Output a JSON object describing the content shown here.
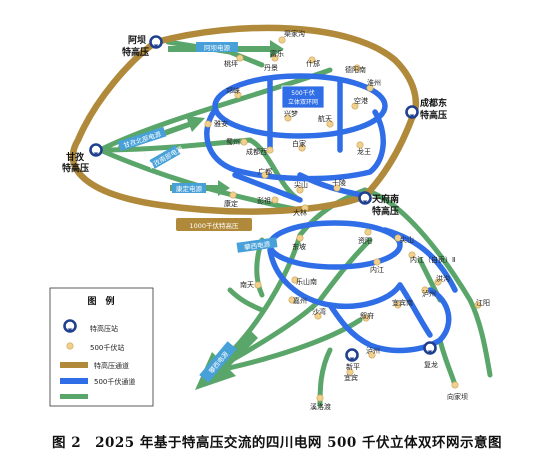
{
  "caption": "图 2　2025 年基于特高压交流的四川电网 500 千伏立体双环网示意图",
  "ring_label": "500千伏立体双环网",
  "uhv_ring_label": "1000千伏特高压",
  "colors": {
    "uhv_channel": "#b08a3a",
    "kv500_channel": "#2f6ee6",
    "kv500_line": "#5aa66a",
    "station_fill": "#f1cf8c",
    "uhv_marker": "#1f3f8f",
    "channel_text_bg": "#48a0d8"
  },
  "uhv_stations": [
    {
      "label": "阿坝\n特高压"
    },
    {
      "label": "甘孜\n特高压"
    },
    {
      "label": "成都东\n特高压"
    },
    {
      "label": "天府南\n特高压"
    },
    {
      "label": "新平"
    },
    {
      "label": "复龙"
    }
  ],
  "stations": [
    "渠家沟",
    "桃坪",
    "富乐",
    "丹景",
    "什邡",
    "德阳南",
    "淮州",
    "邛崃",
    "雅安",
    "兴梦",
    "空港",
    "蜀州",
    "成都西",
    "白家",
    "航天",
    "龙王",
    "广都",
    "尖山",
    "十陵",
    "彭祖",
    "大林",
    "康定",
    "东坡",
    "资阳",
    "尖山",
    "内江",
    "内江（自贡）Ⅱ",
    "南天",
    "乐山南",
    "嘉州",
    "沙湾",
    "叙府",
    "宜宾南",
    "泸州",
    "泸州",
    "江阳",
    "宜宾",
    "洪沟",
    "溪洛渡",
    "向家坝"
  ],
  "channels": [
    "阿坝电源",
    "甘孜北部电源",
    "甘孜南部电源",
    "康定电源",
    "攀西电源",
    "攀西电源"
  ],
  "legend": {
    "title": "图　例",
    "items": [
      {
        "key": "uhv_station",
        "label": "特高压站"
      },
      {
        "key": "kv500_station",
        "label": "500千伏站"
      },
      {
        "key": "uhv_channel",
        "label": "特高压通道"
      },
      {
        "key": "kv500_channel",
        "label": "500千伏通道"
      },
      {
        "key": "kv500_line",
        "label": ""
      }
    ]
  }
}
